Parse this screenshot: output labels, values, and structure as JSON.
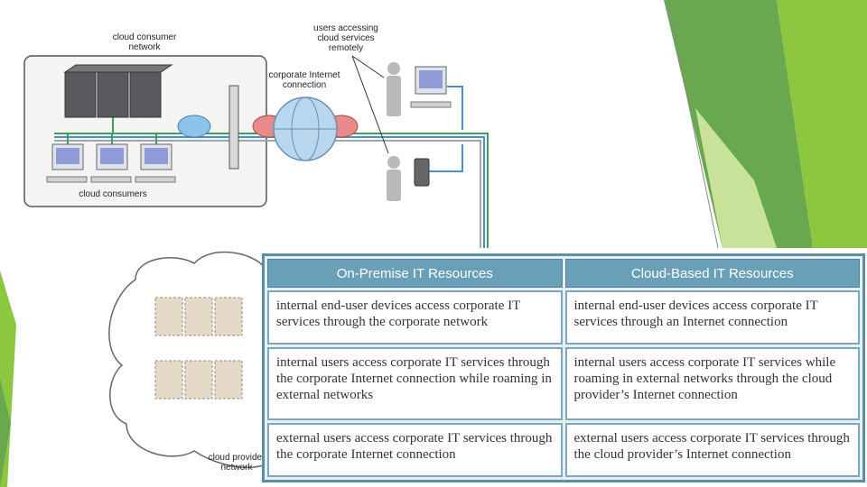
{
  "diagram": {
    "consumer_network_label": "cloud consumer\nnetwork",
    "cloud_consumers_label": "cloud consumers",
    "corporate_connection_label": "corporate Internet\nconnection",
    "remote_users_label": "users accessing\ncloud services\nremotely",
    "provider_network_label": "cloud provider\nnetwork"
  },
  "table": {
    "headers": [
      "On-Premise IT Resources",
      "Cloud-Based IT Resources"
    ],
    "rows": [
      [
        "internal end-user devices access corporate IT services through the corporate network",
        "internal end-user devices access corporate IT services through an Internet connection"
      ],
      [
        "internal users access corporate IT services through the corporate Internet connection while roaming in external networks",
        "internal users access corporate IT services while roaming in external networks through the cloud provider’s Internet connection"
      ],
      [
        "external users access corporate IT services through the corporate Internet connection",
        "external users access corporate IT services through the cloud provider’s Internet connection"
      ]
    ]
  },
  "colors": {
    "accent_green": "#8dc63f",
    "dark_green": "#5d9a3a",
    "table_header": "#6a9fb8",
    "link_green": "#3aa05a",
    "link_blue": "#4a90c8"
  },
  "icons": [
    "server-icon",
    "desktop-computer-icon",
    "router-icon",
    "firewall-icon",
    "globe-icon",
    "person-icon",
    "mobile-phone-icon",
    "cloud-icon"
  ]
}
